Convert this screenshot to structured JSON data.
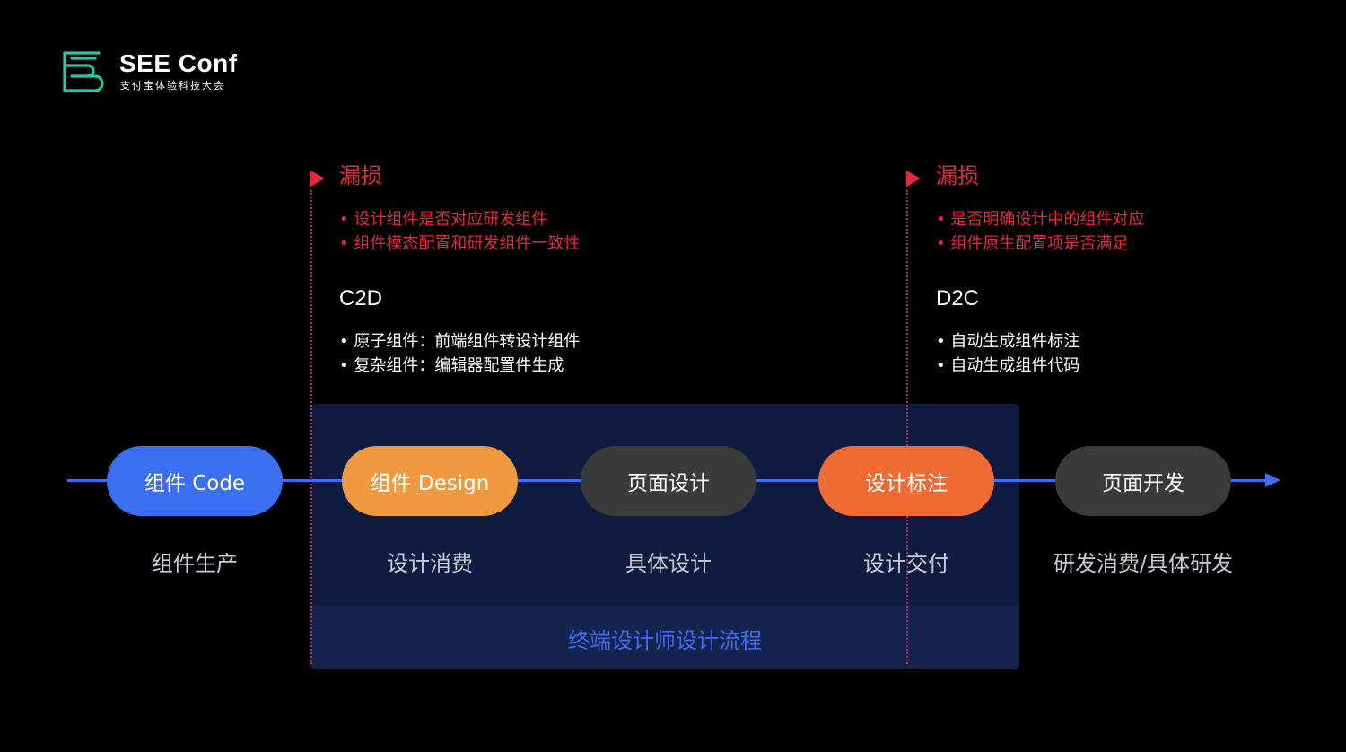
{
  "logo": {
    "title": "SEE Conf",
    "subtitle": "支付宝体验科技大会",
    "color": "#2ec4a9"
  },
  "region": {
    "label": "终端设计师设计流程"
  },
  "annotations": [
    {
      "loss_title": "漏损",
      "loss_items": [
        "设计组件是否对应研发组件",
        "组件模态配置和研发组件一致性"
      ],
      "section_title": "C2D",
      "section_items": [
        "原子组件：前端组件转设计组件",
        "复杂组件：编辑器配置件生成"
      ]
    },
    {
      "loss_title": "漏损",
      "loss_items": [
        "是否明确设计中的组件对应",
        "组件原生配置项是否满足"
      ],
      "section_title": "D2C",
      "section_items": [
        "自动生成组件标注",
        "自动生成组件代码"
      ]
    }
  ],
  "stages": [
    {
      "label": "组件 Code",
      "caption": "组件生产",
      "color": "#3a6ff1"
    },
    {
      "label": "组件 Design",
      "caption": "设计消费",
      "color": "#ef9a41"
    },
    {
      "label": "页面设计",
      "caption": "具体设计",
      "color": "#3a3a3a"
    },
    {
      "label": "设计标注",
      "caption": "设计交付",
      "color": "#ef6b32"
    },
    {
      "label": "页面开发",
      "caption": "研发消费/具体研发",
      "color": "#3a3a3a"
    }
  ],
  "colors": {
    "accent_red": "#e8283f",
    "axis_blue": "#3d6ef0",
    "region_bg": "#101b40"
  }
}
